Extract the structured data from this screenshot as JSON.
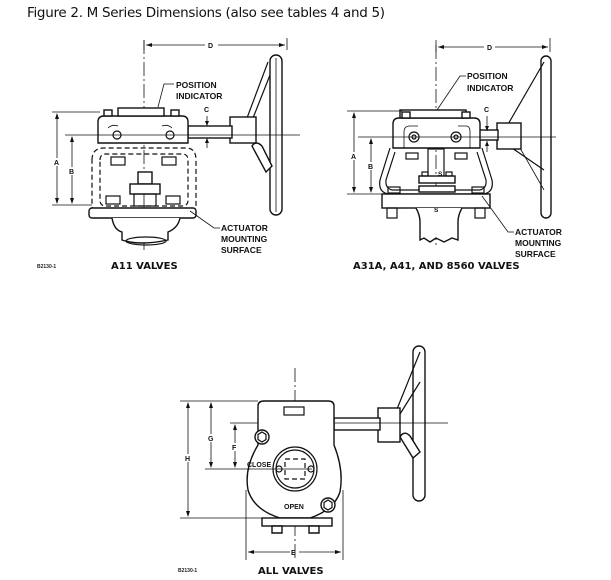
{
  "figure": {
    "title": "Figure 2. M Series Dimensions (also see tables 4 and 5)"
  },
  "views": {
    "a11": {
      "caption": "A11 VALVES",
      "code": "B2130-1",
      "callouts": {
        "position_indicator_1": "POSITION",
        "position_indicator_2": "INDICATOR",
        "mounting_1": "ACTUATOR",
        "mounting_2": "MOUNTING",
        "mounting_3": "SURFACE"
      },
      "dims": {
        "a": "A",
        "b": "B",
        "c": "C",
        "d": "D"
      }
    },
    "a31a": {
      "caption": "A31A, A41, AND 8560 VALVES",
      "callouts": {
        "position_indicator_1": "POSITION",
        "position_indicator_2": "INDICATOR",
        "mounting_1": "ACTUATOR",
        "mounting_2": "MOUNTING",
        "mounting_3": "SURFACE"
      },
      "dims": {
        "a": "A",
        "b": "B",
        "c": "C",
        "d": "D",
        "s1": "S",
        "s2": "S"
      }
    },
    "all": {
      "caption": "ALL VALVES",
      "code": "B2130-1",
      "labels": {
        "close": "CLOSE",
        "open": "OPEN"
      },
      "dims": {
        "e": "E",
        "f": "F",
        "g": "G",
        "h": "H"
      }
    }
  }
}
